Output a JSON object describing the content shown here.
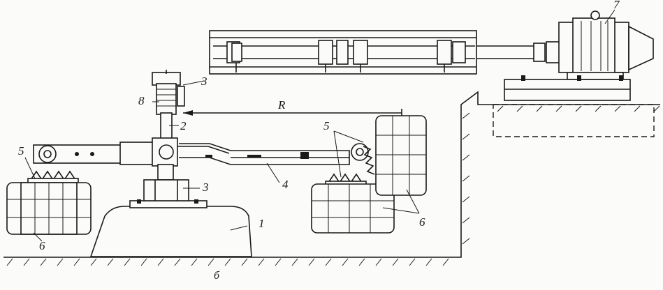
{
  "figure": {
    "caption": "б",
    "dimension_label": "R",
    "callouts": {
      "c1": "1",
      "c2": "2",
      "c3_top": "3",
      "c3_bottom": "3",
      "c4": "4",
      "c5_left": "5",
      "c5_right": "5",
      "c6_left": "6",
      "c6_right": "6",
      "c7": "7",
      "c8": "8"
    }
  }
}
